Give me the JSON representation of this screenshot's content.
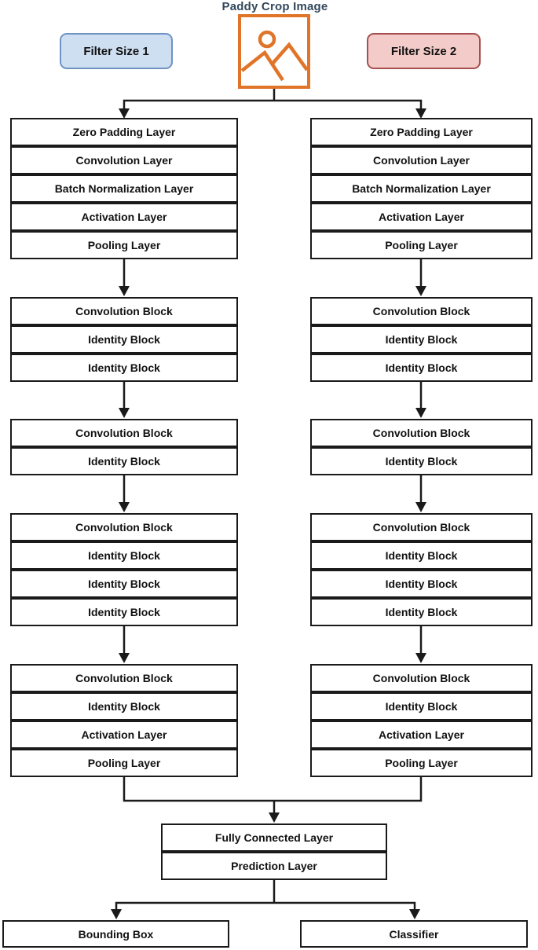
{
  "title": "Paddy Crop Image",
  "legend": {
    "filter_size_1": "Filter Size 1",
    "filter_size_2": "Filter Size 2"
  },
  "icon": {
    "name": "image-placeholder-icon",
    "color": "#E07428"
  },
  "columns": [
    {
      "name": "filter-size-1-branch",
      "groups": [
        {
          "rows": [
            "Zero Padding Layer",
            "Convolution Layer",
            "Batch Normalization Layer",
            "Activation Layer",
            "Pooling Layer"
          ]
        },
        {
          "rows": [
            "Convolution Block",
            "Identity Block",
            "Identity Block"
          ]
        },
        {
          "rows": [
            "Convolution Block",
            "Identity Block"
          ]
        },
        {
          "rows": [
            "Convolution Block",
            "Identity Block",
            "Identity Block",
            "Identity Block"
          ]
        },
        {
          "rows": [
            "Convolution Block",
            "Identity Block",
            "Activation Layer",
            "Pooling Layer"
          ]
        }
      ]
    },
    {
      "name": "filter-size-2-branch",
      "groups": [
        {
          "rows": [
            "Zero Padding Layer",
            "Convolution Layer",
            "Batch Normalization Layer",
            "Activation Layer",
            "Pooling Layer"
          ]
        },
        {
          "rows": [
            "Convolution Block",
            "Identity Block",
            "Identity Block"
          ]
        },
        {
          "rows": [
            "Convolution Block",
            "Identity Block"
          ]
        },
        {
          "rows": [
            "Convolution Block",
            "Identity Block",
            "Identity Block",
            "Identity Block"
          ]
        },
        {
          "rows": [
            "Convolution Block",
            "Identity Block",
            "Activation Layer",
            "Pooling Layer"
          ]
        }
      ]
    }
  ],
  "tail": {
    "head_rows": [
      "Fully Connected Layer",
      "Prediction Layer"
    ],
    "outputs": [
      "Bounding Box",
      "Classifier"
    ]
  },
  "colors": {
    "accent_orange": "#E07428",
    "title_navy": "#33475C",
    "filter1_fill": "#CFDFF2",
    "filter1_border": "#6F94C4",
    "filter2_fill": "#F3CBC9",
    "filter2_border": "#A85050",
    "line_black": "#1A1A1A"
  }
}
